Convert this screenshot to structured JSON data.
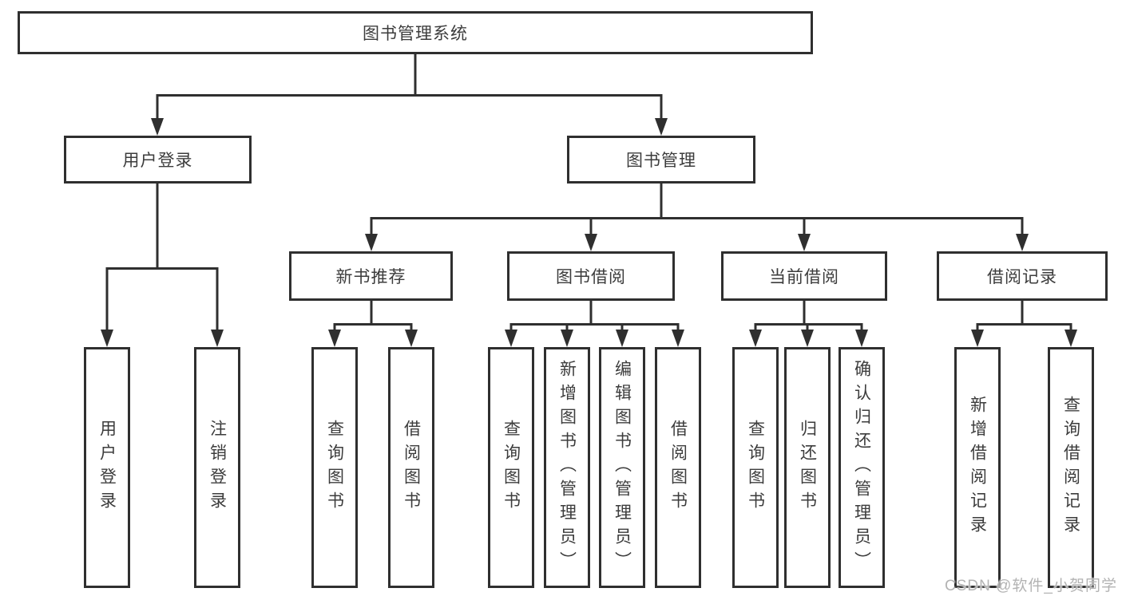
{
  "tree": {
    "label": "图书管理系统",
    "children": [
      {
        "label": "用户登录",
        "children": [
          {
            "label": "用户登录"
          },
          {
            "label": "注销登录"
          }
        ]
      },
      {
        "label": "图书管理",
        "children": [
          {
            "label": "新书推荐",
            "children": [
              {
                "label": "查询图书"
              },
              {
                "label": "借阅图书"
              }
            ]
          },
          {
            "label": "图书借阅",
            "children": [
              {
                "label": "查询图书"
              },
              {
                "label": "新增图书（管理员）"
              },
              {
                "label": "编辑图书（管理员）"
              },
              {
                "label": "借阅图书"
              }
            ]
          },
          {
            "label": "当前借阅",
            "children": [
              {
                "label": "查询图书"
              },
              {
                "label": "归还图书"
              },
              {
                "label": "确认归还（管理员）"
              }
            ]
          },
          {
            "label": "借阅记录",
            "children": [
              {
                "label": "新增借阅记录"
              },
              {
                "label": "查询借阅记录"
              }
            ]
          }
        ]
      }
    ]
  },
  "watermark": {
    "text": "CSDN @软件_小贺同学"
  },
  "colors": {
    "line": "#2f2f2f",
    "box_border": "#2f2f2f",
    "box_fill": "#ffffff",
    "text": "#3c3c3c",
    "background": "#ffffff",
    "watermark": "#b3b3b3"
  }
}
